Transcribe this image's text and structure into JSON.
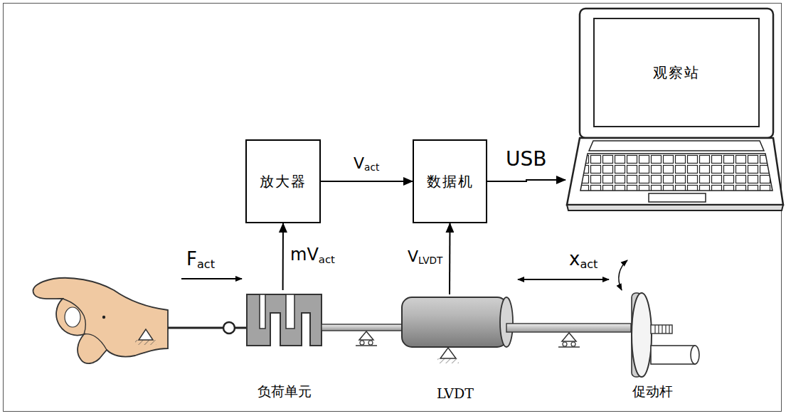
{
  "diagram": {
    "nodes": [
      {
        "text": [
          "放大器"
        ]
      },
      {
        "text": [
          "数据机"
        ]
      },
      {
        "text": [
          "观察站"
        ]
      },
      {
        "text": [
          "负荷单元"
        ]
      },
      {
        "text": [
          "LVDT"
        ]
      },
      {
        "text": [
          "促动杆"
        ]
      }
    ],
    "edges": [
      {
        "from": 0,
        "to": 1,
        "label": "Vact",
        "arrow": "to"
      },
      {
        "from": 3,
        "to": 0,
        "label": "mVact",
        "arrow": "to"
      },
      {
        "from": 4,
        "to": 1,
        "label": "VLVDT",
        "arrow": "to"
      },
      {
        "from": 1,
        "to": 2,
        "label": "USB",
        "arrow": "to"
      }
    ],
    "labels": [
      "Fact",
      "xact"
    ]
  }
}
